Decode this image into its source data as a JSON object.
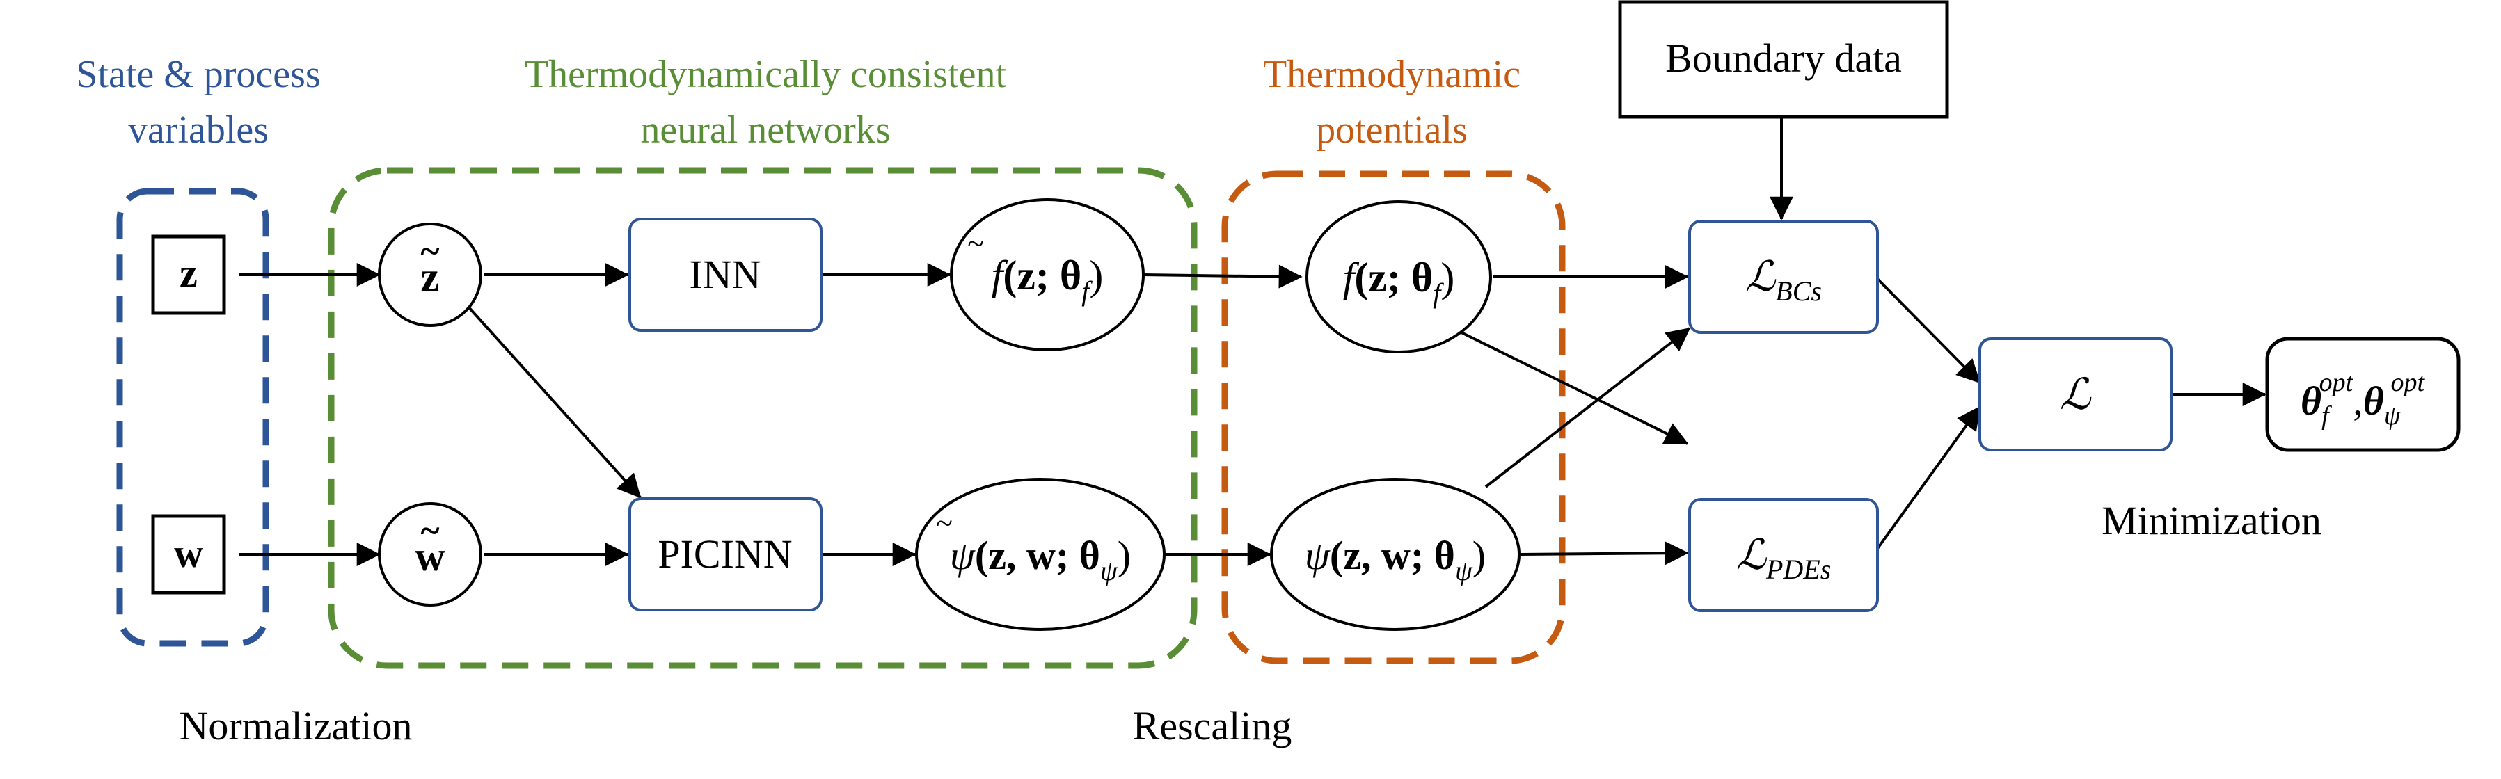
{
  "colors": {
    "blue": "#2E5597",
    "green": "#5A8E36",
    "orange": "#C55A11",
    "black": "#000000",
    "box_blue": "#2F5597"
  },
  "groups": {
    "state": {
      "title_line1": "State & process",
      "title_line2": "variables"
    },
    "tcnn": {
      "title_line1": "Thermodynamically consistent",
      "title_line2": "neural networks"
    },
    "potentials": {
      "title_line1": "Thermodynamic",
      "title_line2": "potentials"
    }
  },
  "nodes": {
    "z": "z",
    "w": "w",
    "z_tilde": "z",
    "w_tilde": "w",
    "inn": "INN",
    "picinn": "PICINN",
    "f_tilde": {
      "sym": "f",
      "args": "(z; θ",
      "sub": "f",
      "close": ")"
    },
    "psi_tilde": {
      "sym": "ψ",
      "args": "(z, w; θ",
      "sub": "ψ",
      "close": ")"
    },
    "f": {
      "sym": "f",
      "args": "(z; θ",
      "sub": "f",
      "close": ")"
    },
    "psi": {
      "sym": "ψ",
      "args": "(z, w; θ",
      "sub": "ψ",
      "close": ")"
    },
    "boundary": "Boundary data",
    "l_bcs": {
      "sym": "ℒ",
      "sub": "BCs"
    },
    "l_pdes": {
      "sym": "ℒ",
      "sub": "PDEs"
    },
    "l": {
      "sym": "ℒ"
    },
    "theta_opt": {
      "t1": "θ",
      "s1": "f",
      "p1": "opt",
      "comma": ",",
      "t2": "θ",
      "s2": "ψ",
      "p2": "opt"
    }
  },
  "captions": {
    "normalization": "Normalization",
    "rescaling": "Rescaling",
    "minimization": "Minimization"
  }
}
